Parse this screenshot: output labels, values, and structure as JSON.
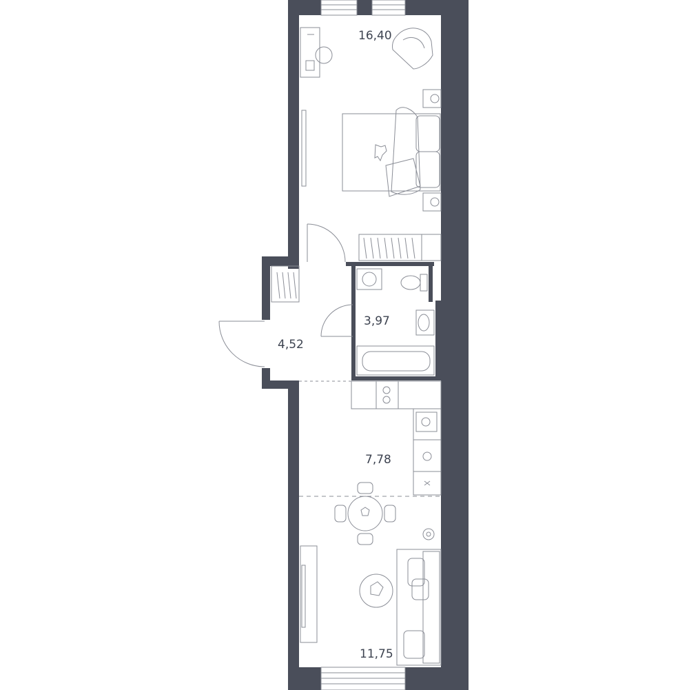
{
  "plan": {
    "colors": {
      "wall": "#4a4e5a",
      "line": "#8a8d96",
      "text": "#3d4350",
      "background": "#ffffff"
    },
    "rooms": [
      {
        "id": "bedroom",
        "area": "16,40"
      },
      {
        "id": "bathroom",
        "area": "3,97"
      },
      {
        "id": "hallway",
        "area": "4,52"
      },
      {
        "id": "kitchen",
        "area": "7,78"
      },
      {
        "id": "living-room",
        "area": "11,75"
      }
    ]
  }
}
